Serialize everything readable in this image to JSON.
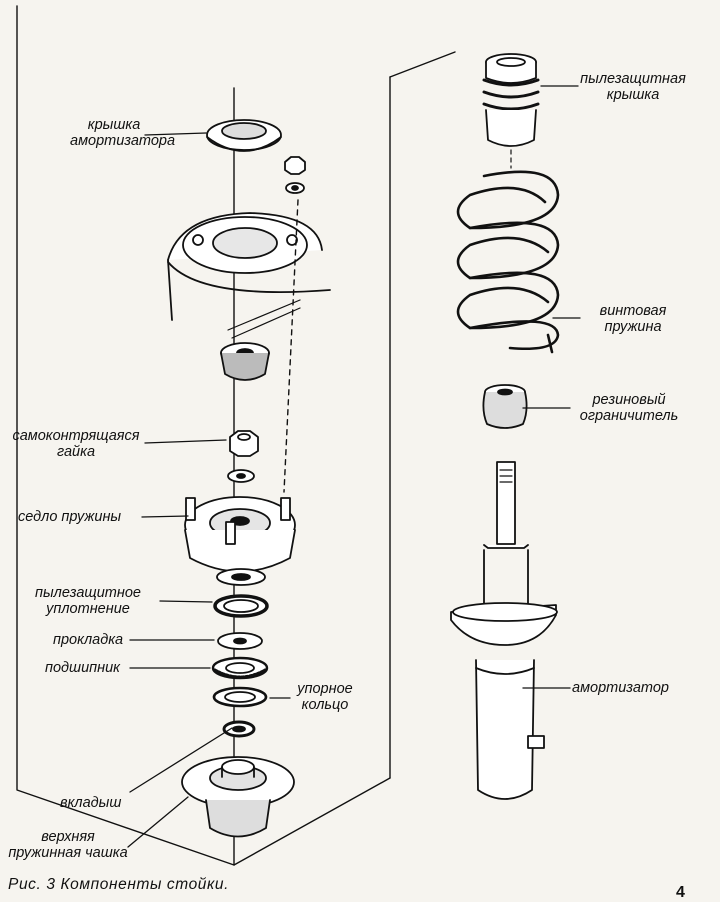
{
  "figure": {
    "caption": "Рис. 3 Компоненты стойки.",
    "page_mark": "4"
  },
  "labels": {
    "cap_amort": [
      "крышка",
      "амортизатора"
    ],
    "locknut": [
      "самоконтрящаяся",
      "гайка"
    ],
    "spring_seat": [
      "седло пружины"
    ],
    "dust_seal": [
      "пылезащитное",
      "уплотнение"
    ],
    "gasket": [
      "прокладка"
    ],
    "bearing": [
      "подшипник"
    ],
    "thrust_ring": [
      "упорное",
      "кольцо"
    ],
    "insert": [
      "вкладыш"
    ],
    "upper_cup": [
      "верхняя",
      "пружинная чашка"
    ],
    "dust_cover": [
      "пылезащитная",
      "крышка"
    ],
    "coil_spring": [
      "винтовая",
      "пружина"
    ],
    "bump_stop": [
      "резиновый",
      "ограничитель"
    ],
    "shock": [
      "амортизатор"
    ]
  },
  "colors": {
    "paper": "#f6f4ef",
    "ink": "#111111"
  }
}
